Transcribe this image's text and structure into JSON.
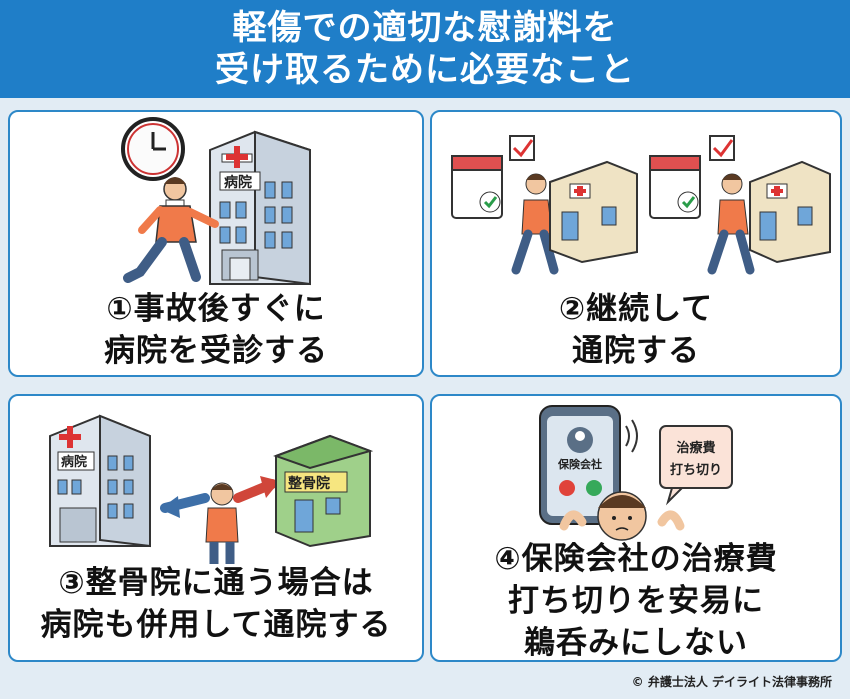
{
  "header": {
    "line1": "軽傷での適切な慰謝料を",
    "line2": "受け取るために必要なこと"
  },
  "panels": [
    {
      "caption_lines": [
        "①事故後すぐに",
        "病院を受診する"
      ],
      "sign": "病院"
    },
    {
      "caption_lines": [
        "②継続して",
        "通院する"
      ]
    },
    {
      "caption_lines": [
        "③整骨院に通う場合は",
        "病院も併用して通院する"
      ],
      "sign_hospital": "病院",
      "sign_clinic": "整骨院"
    },
    {
      "caption_lines": [
        "④保険会社の治療費",
        "打ち切りを安易に",
        "鵜呑みにしない"
      ],
      "phone_label": "保険会社",
      "bubble_line1": "治療費",
      "bubble_line2": "打ち切り"
    }
  ],
  "copyright": "© 弁護士法人 デイライト法律事務所",
  "colors": {
    "header_bg": "#1f7ec8",
    "panel_border": "#2d88c8",
    "background": "#e2ecf4"
  }
}
